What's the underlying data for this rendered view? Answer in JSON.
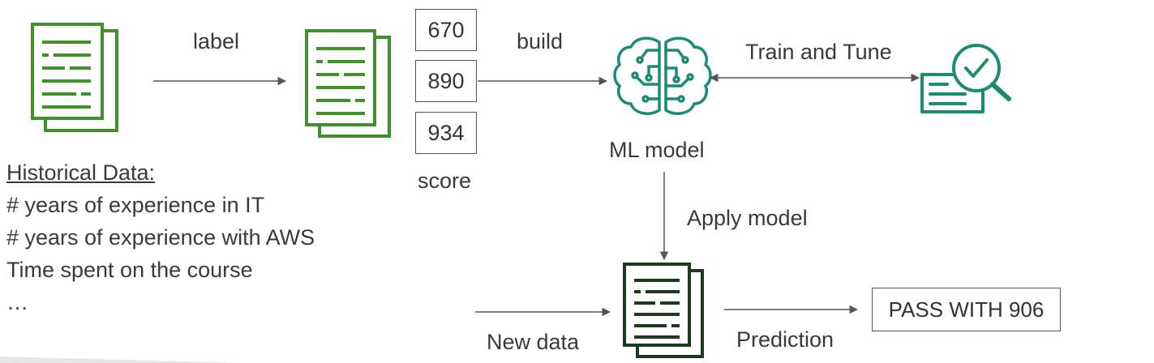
{
  "labels": {
    "label": "label",
    "build": "build",
    "train_tune": "Train and Tune",
    "ml_model": "ML model",
    "score": "score",
    "apply_model": "Apply model",
    "new_data": "New data",
    "prediction": "Prediction"
  },
  "scores": [
    "670",
    "890",
    "934"
  ],
  "historical": {
    "title": "Historical Data:",
    "lines": [
      "# years of experience in IT",
      "# years of experience with AWS",
      "Time spent on the course",
      "…"
    ]
  },
  "prediction_result": "PASS WITH 906",
  "colors": {
    "doc_green": "#3f8f2b",
    "doc_dark": "#1e3a1e",
    "ml_teal": "#1d8a74",
    "arrow": "#555555",
    "text": "#3a3a3a"
  },
  "icons": {
    "historical_doc": "document-stack-icon",
    "labeled_doc": "document-stack-icon",
    "ml_model": "brain-circuit-icon",
    "train_tune": "document-search-check-icon",
    "new_doc": "document-stack-icon"
  }
}
